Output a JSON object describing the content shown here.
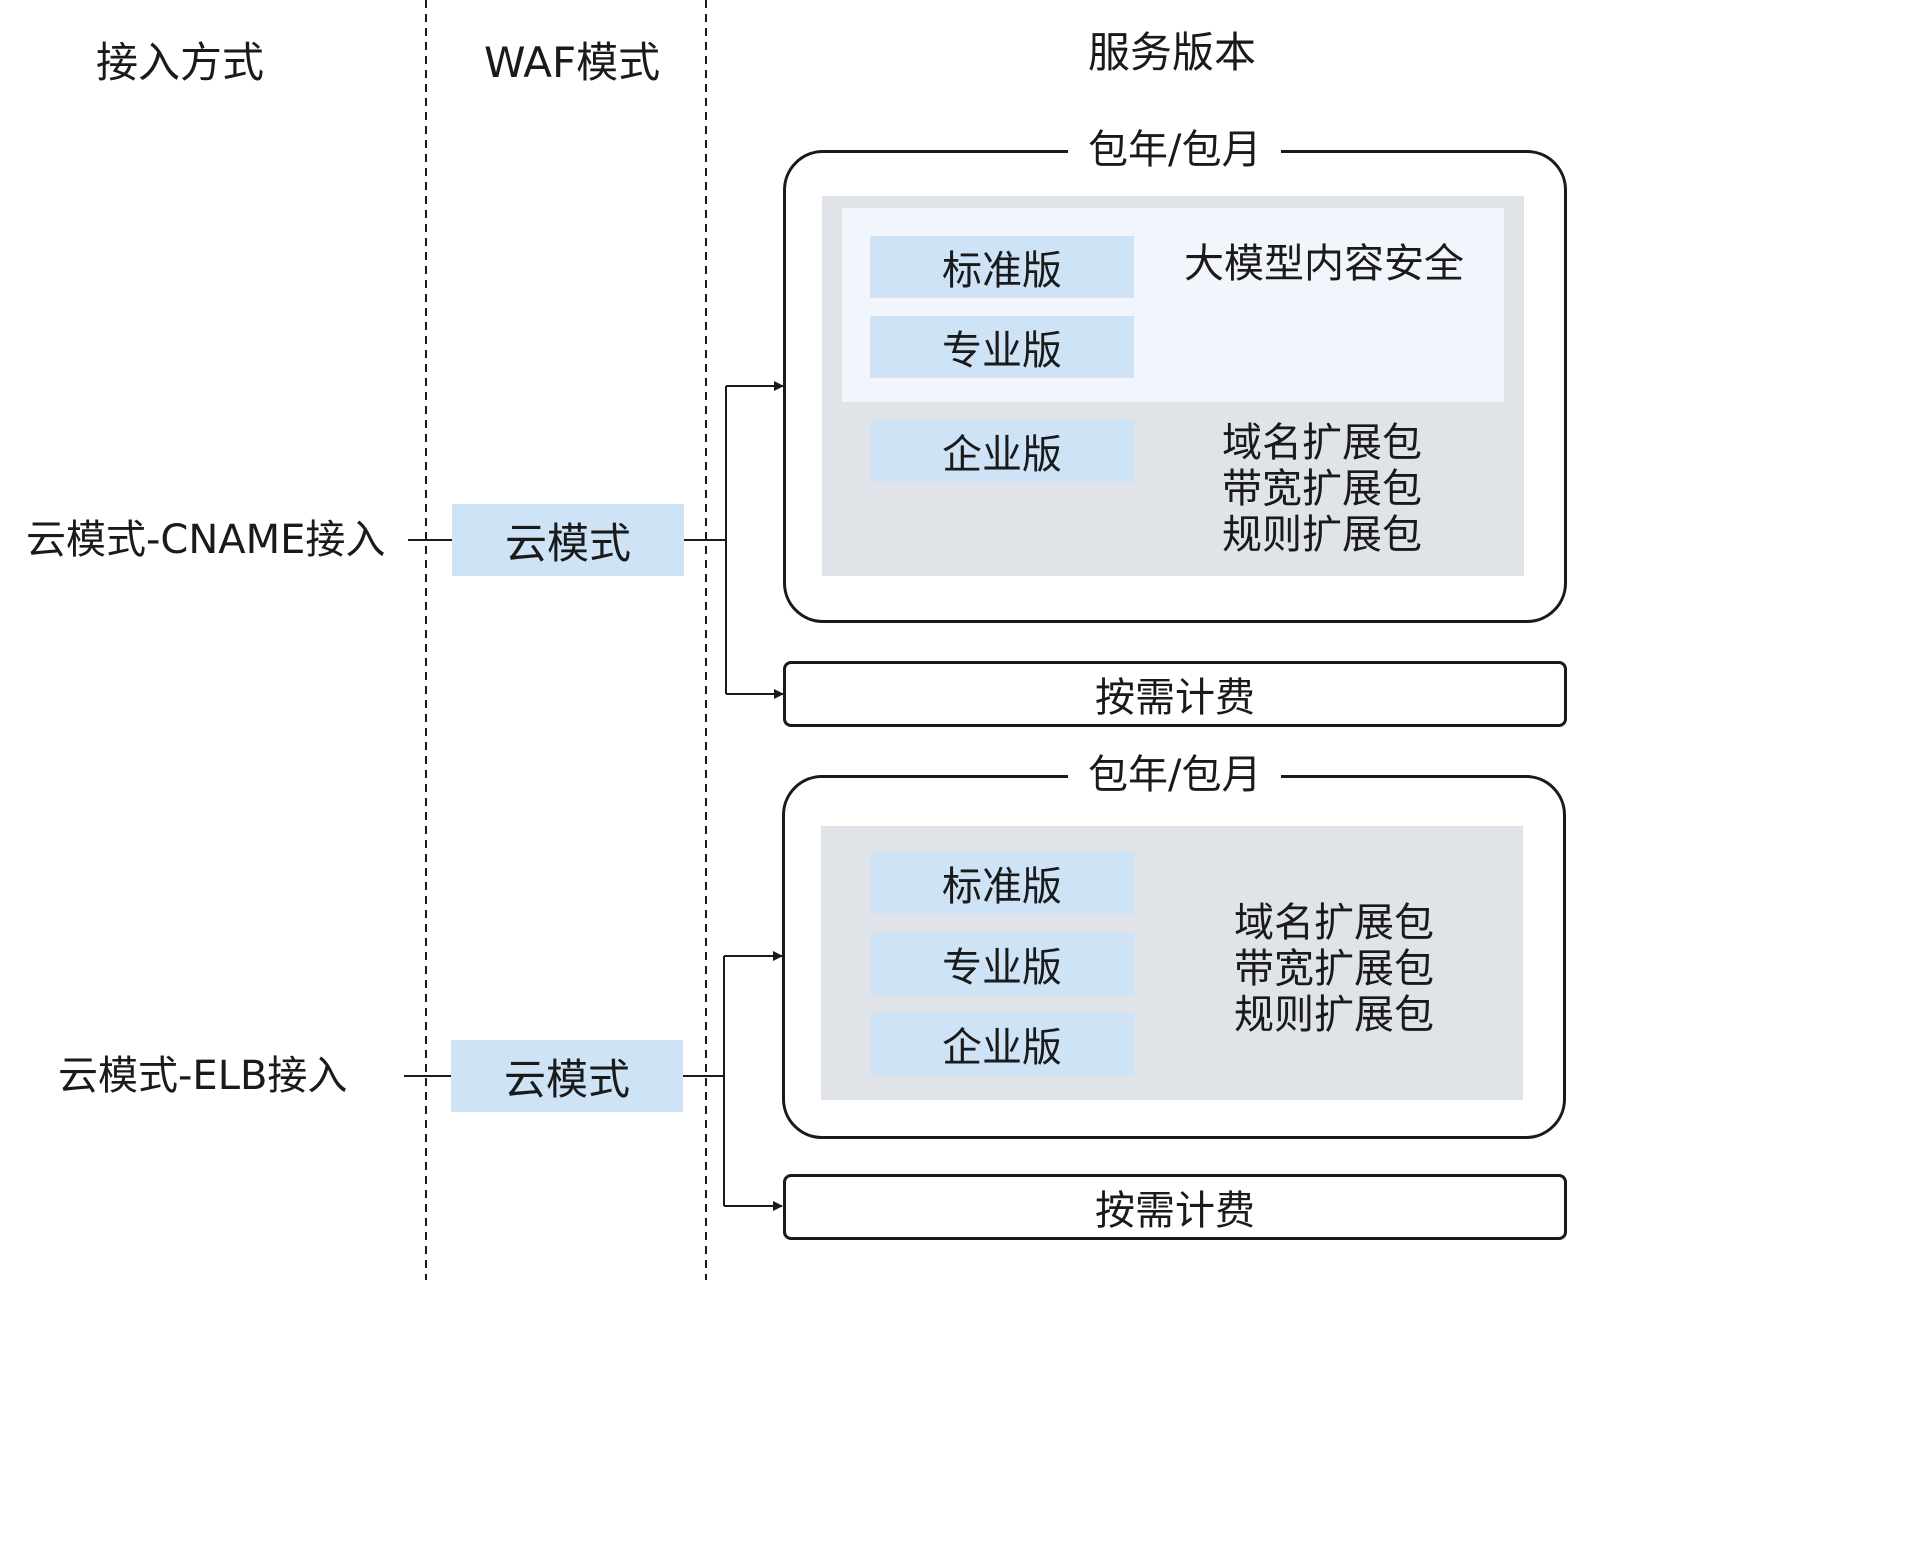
{
  "headers": {
    "access_method": "接入方式",
    "waf_mode": "WAF模式",
    "service_version": "服务版本"
  },
  "rows": [
    {
      "access": "云模式-CNAME接入",
      "mode": "云模式",
      "prepaid": {
        "label": "包年/包月",
        "editions": [
          "标准版",
          "专业版",
          "企业版"
        ],
        "llm_addon": "大模型内容安全",
        "addons": [
          "域名扩展包",
          "带宽扩展包",
          "规则扩展包"
        ]
      },
      "on_demand": "按需计费"
    },
    {
      "access": "云模式-ELB接入",
      "mode": "云模式",
      "prepaid": {
        "label": "包年/包月",
        "editions": [
          "标准版",
          "专业版",
          "企业版"
        ],
        "addons": [
          "域名扩展包",
          "带宽扩展包",
          "规则扩展包"
        ]
      },
      "on_demand": "按需计费"
    }
  ]
}
